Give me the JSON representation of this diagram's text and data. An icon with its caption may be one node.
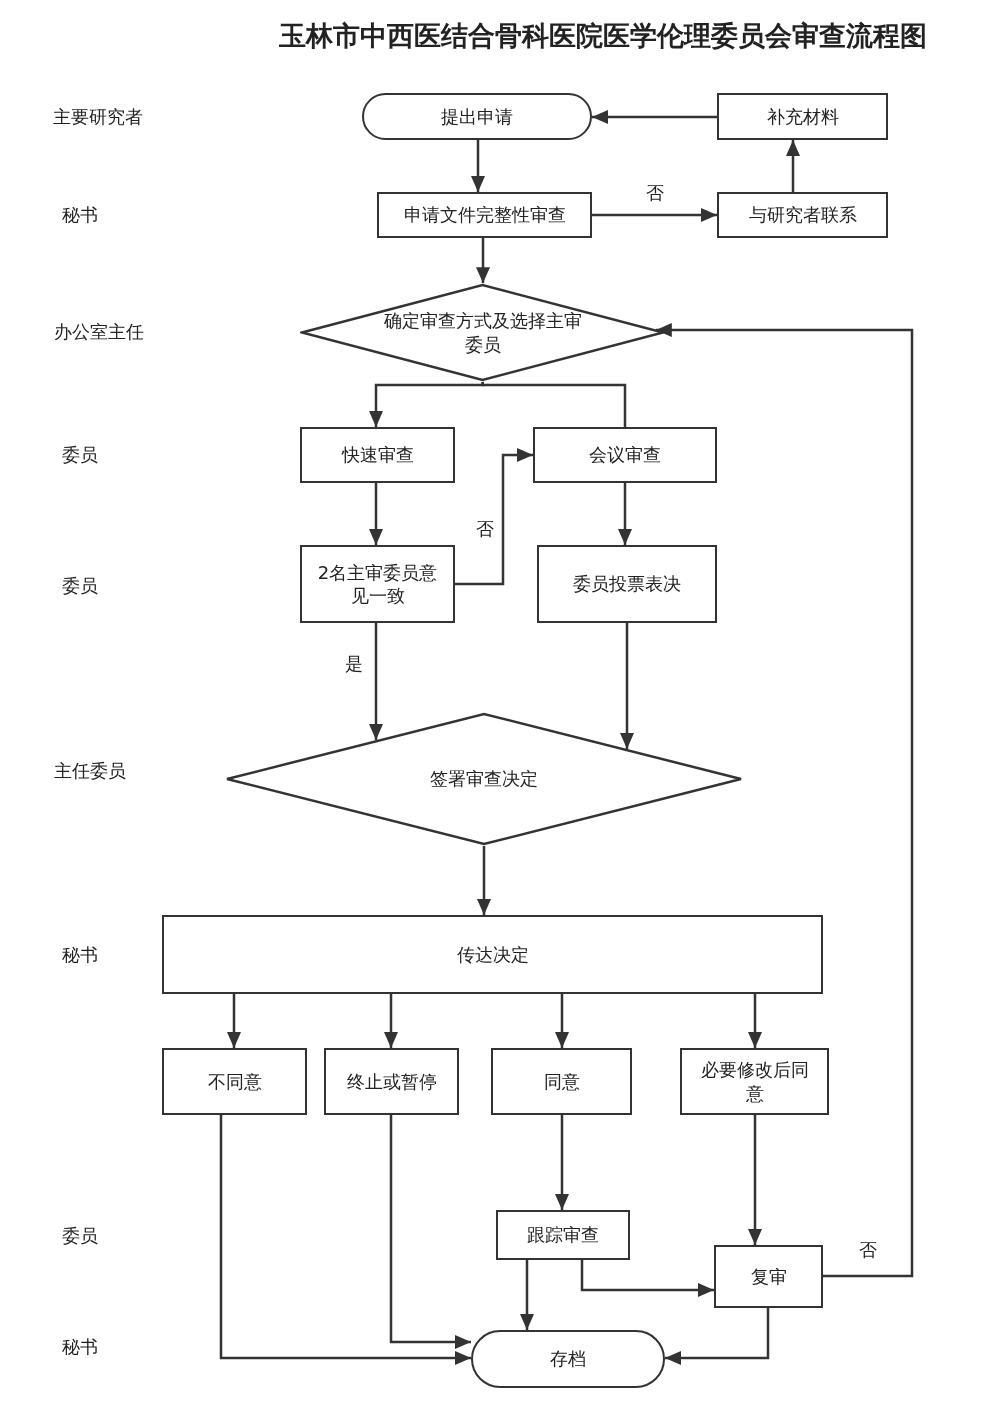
{
  "diagram": {
    "title": "玉林市中西医结合骨科医院医学伦理委员会审查流程图",
    "nodes": [
      {
        "text": [
          "提出申请"
        ]
      },
      {
        "text": [
          "补充材料"
        ]
      },
      {
        "text": [
          "申请文件完整性审查"
        ]
      },
      {
        "text": [
          "与研究者联系"
        ]
      },
      {
        "text": [
          "确定审查方式及选择主审委员"
        ]
      },
      {
        "text": [
          "快速审查"
        ]
      },
      {
        "text": [
          "会议审查"
        ]
      },
      {
        "text": [
          "2名主审委员意见一致"
        ]
      },
      {
        "text": [
          "委员投票表决"
        ]
      },
      {
        "text": [
          "签署审查决定"
        ]
      },
      {
        "text": [
          "传达决定"
        ]
      },
      {
        "text": [
          "不同意"
        ]
      },
      {
        "text": [
          "终止或暂停"
        ]
      },
      {
        "text": [
          "同意"
        ]
      },
      {
        "text": [
          "必要修改后同意"
        ]
      },
      {
        "text": [
          "跟踪审查"
        ]
      },
      {
        "text": [
          "复审"
        ]
      },
      {
        "text": [
          "存档"
        ]
      }
    ],
    "edges": [
      {
        "from": 0,
        "to": 2,
        "arrow": "to"
      },
      {
        "from": 2,
        "to": 3,
        "arrow": "to",
        "label": "否"
      },
      {
        "from": 3,
        "to": 1,
        "arrow": "to"
      },
      {
        "from": 1,
        "to": 0,
        "arrow": "to"
      },
      {
        "from": 2,
        "to": 4,
        "arrow": "to"
      },
      {
        "from": 4,
        "to": 5,
        "arrow": "to"
      },
      {
        "from": 4,
        "to": 6,
        "arrow": "none"
      },
      {
        "from": 5,
        "to": 7,
        "arrow": "to"
      },
      {
        "from": 7,
        "to": 6,
        "arrow": "to",
        "label": "否"
      },
      {
        "from": 6,
        "to": 8,
        "arrow": "to"
      },
      {
        "from": 7,
        "to": 9,
        "arrow": "to",
        "label": "是"
      },
      {
        "from": 8,
        "to": 9,
        "arrow": "to"
      },
      {
        "from": 9,
        "to": 10,
        "arrow": "to"
      },
      {
        "from": 10,
        "to": 11,
        "arrow": "to"
      },
      {
        "from": 10,
        "to": 12,
        "arrow": "to"
      },
      {
        "from": 10,
        "to": 13,
        "arrow": "to"
      },
      {
        "from": 10,
        "to": 14,
        "arrow": "to"
      },
      {
        "from": 13,
        "to": 15,
        "arrow": "to"
      },
      {
        "from": 14,
        "to": 16,
        "arrow": "to"
      },
      {
        "from": 15,
        "to": 17,
        "arrow": "to"
      },
      {
        "from": 15,
        "to": 16,
        "arrow": "to"
      },
      {
        "from": 11,
        "to": 17,
        "arrow": "to"
      },
      {
        "from": 12,
        "to": 17,
        "arrow": "to"
      },
      {
        "from": 16,
        "to": 17,
        "arrow": "to"
      },
      {
        "from": 16,
        "to": 4,
        "arrow": "to",
        "label": "否"
      }
    ],
    "labels": [
      "主要研究者",
      "秘书",
      "办公室主任",
      "委员",
      "委员",
      "主任委员",
      "秘书",
      "委员",
      "秘书"
    ]
  }
}
